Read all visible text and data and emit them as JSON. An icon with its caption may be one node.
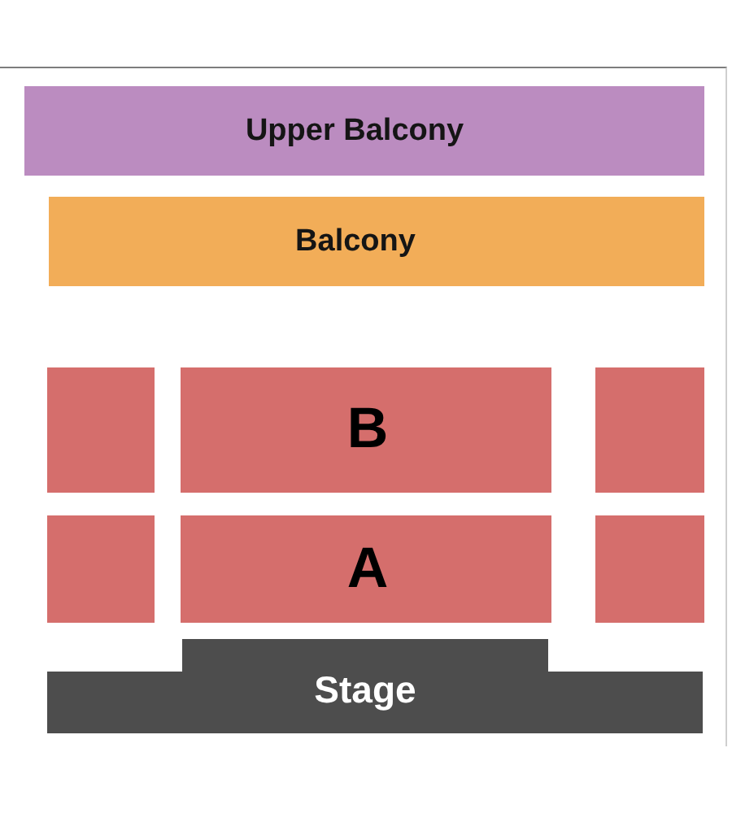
{
  "diagram": {
    "nodes": [
      {
        "text": [
          "Upper Balcony"
        ]
      },
      {
        "text": [
          "Balcony"
        ]
      },
      {
        "text": [],
        "shape": "box"
      },
      {
        "text": [
          "B"
        ]
      },
      {
        "text": [],
        "shape": "box"
      },
      {
        "text": [],
        "shape": "box"
      },
      {
        "text": [
          "A"
        ]
      },
      {
        "text": [],
        "shape": "box"
      },
      {
        "text": [
          "Stage"
        ]
      }
    ]
  }
}
